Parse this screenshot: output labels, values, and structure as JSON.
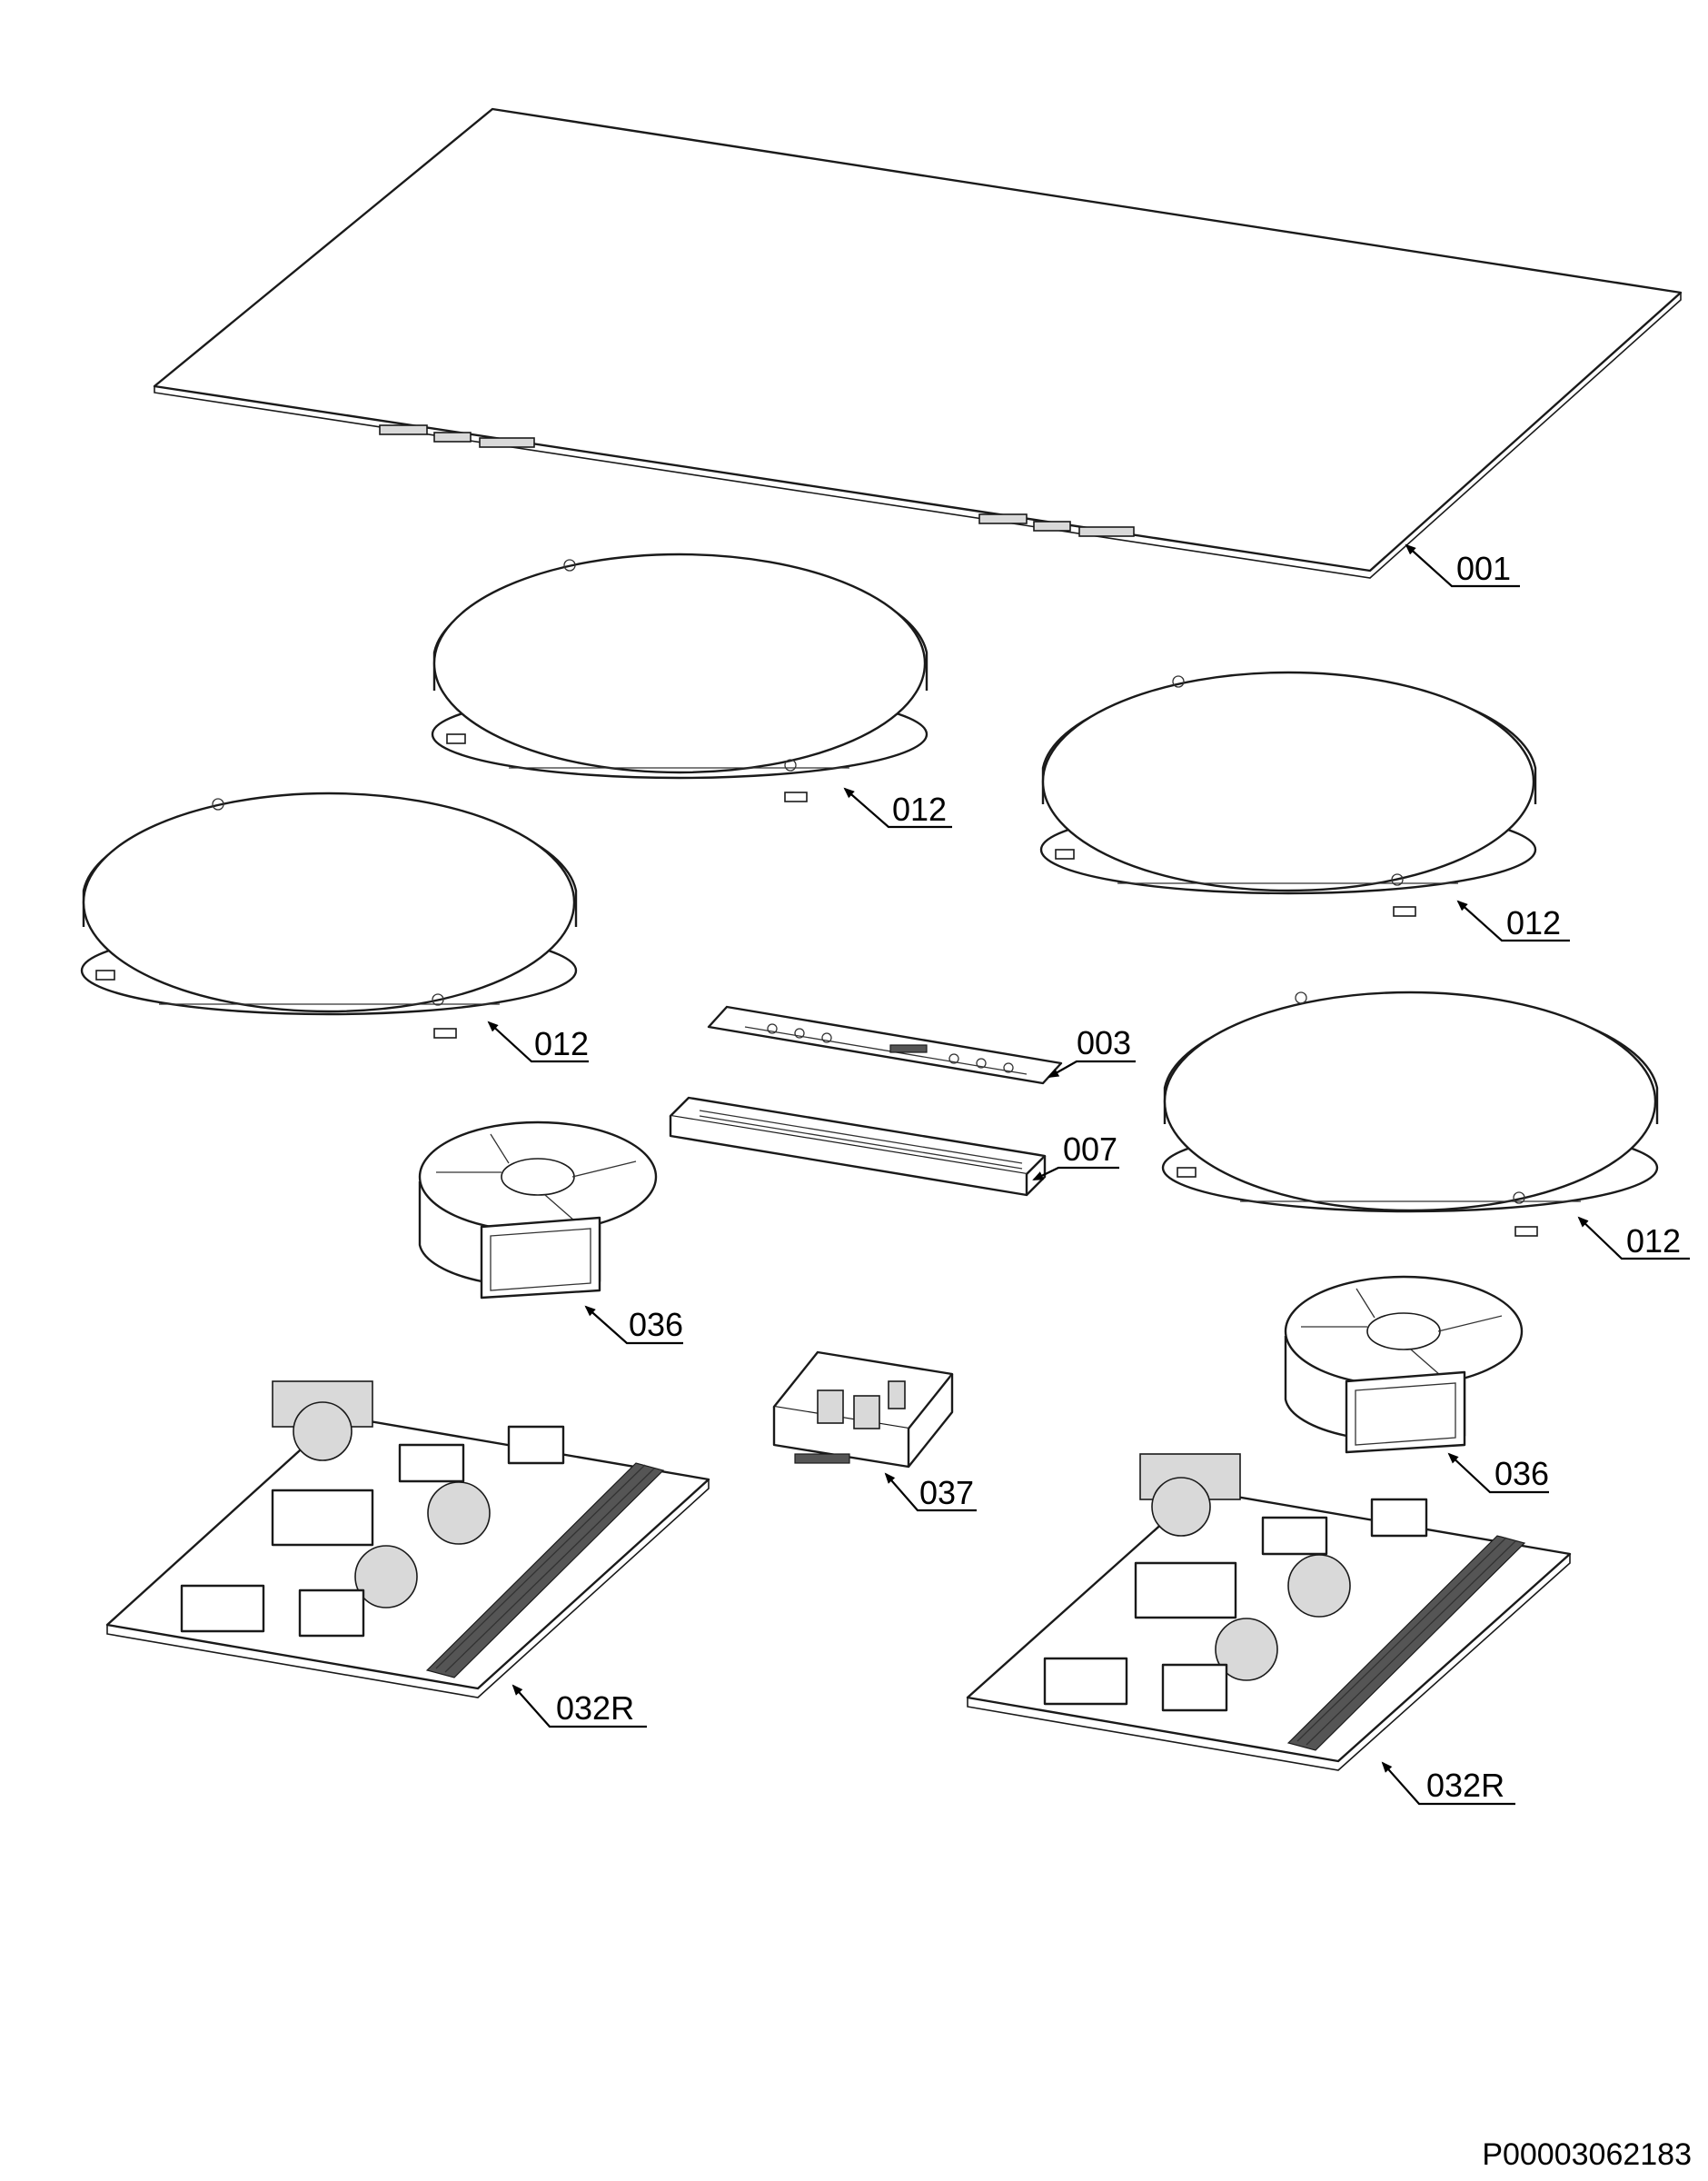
{
  "callouts": {
    "glass_top": "001",
    "coil_rear_left": "012",
    "coil_rear_right": "012",
    "coil_front_left": "012",
    "coil_front_right": "012",
    "control_board": "003",
    "control_frame": "007",
    "fan_left": "036",
    "fan_right": "036",
    "filter_board": "037",
    "power_board_left": "032R",
    "power_board_right": "032R"
  },
  "document_id": "P00003062183"
}
